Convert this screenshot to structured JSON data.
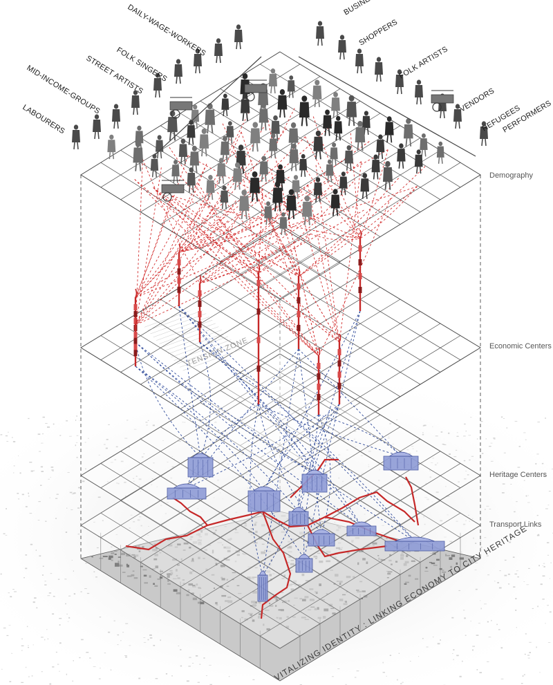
{
  "categories": {
    "left": [
      "DAILY-WAGE-WORKERS",
      "FOLK SINGERS",
      "STREET ARTISTS",
      "MID-INCOME-GROUPS",
      "LABOURERS"
    ],
    "right": [
      "BUSINESSMEN",
      "SHOPPERS",
      "FOLK ARTISTS",
      "VENDORS",
      "REFUGEES",
      "PERFORMERS"
    ]
  },
  "layers": {
    "demography": "Demography",
    "economic": "Economic Centers",
    "heritage": "Heritage Centers",
    "transport": "Transport Links"
  },
  "tension_zone": "TENSION ZONE",
  "footer": "VITALIZING IDENTITY : LINKING ECONOMY TO CITY HERITAGE",
  "colors": {
    "economy_link": "#d32f2f",
    "heritage_link": "#2f4a9a",
    "heritage_icon": "#7f8fd0",
    "grid": "#3a3a3a"
  }
}
